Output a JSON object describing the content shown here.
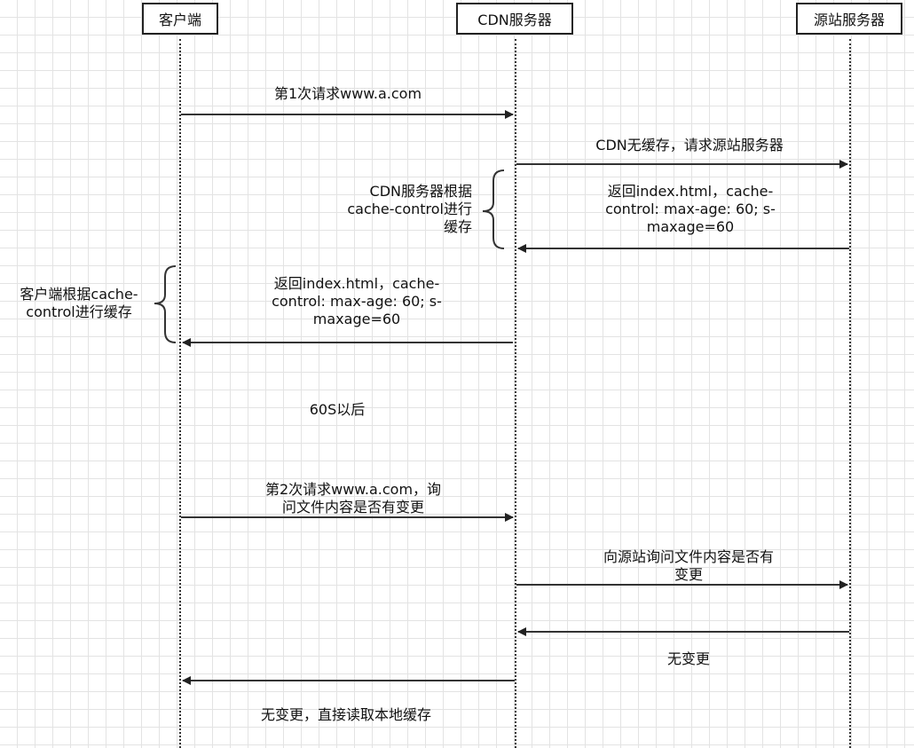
{
  "actors": {
    "client": "客户端",
    "cdn": "CDN服务器",
    "origin": "源站服务器"
  },
  "messages": [
    {
      "id": "m1",
      "lines": [
        "第1次请求www.a.com"
      ]
    },
    {
      "id": "m2",
      "lines": [
        "CDN无缓存，请求源站服务器"
      ]
    },
    {
      "id": "m3",
      "lines": [
        "返回index.html，cache-",
        "control: max-age: 60; s-",
        "maxage=60"
      ]
    },
    {
      "id": "m4",
      "lines": [
        "返回index.html，cache-",
        "control: max-age: 60; s-",
        "maxage=60"
      ]
    },
    {
      "id": "m5",
      "lines": [
        "第2次请求www.a.com，询",
        "问文件内容是否有变更"
      ]
    },
    {
      "id": "m6",
      "lines": [
        "向源站询问文件内容是否有",
        "变更"
      ]
    },
    {
      "id": "m7",
      "lines": [
        "无变更"
      ]
    },
    {
      "id": "m8",
      "lines": [
        "无变更，直接读取本地缓存"
      ]
    }
  ],
  "notes": {
    "cdn_cache": [
      "CDN服务器根据",
      "cache-control进行",
      "缓存"
    ],
    "client_cache": [
      "客户端根据cache-",
      "control进行缓存"
    ],
    "wait": "60S以后"
  }
}
